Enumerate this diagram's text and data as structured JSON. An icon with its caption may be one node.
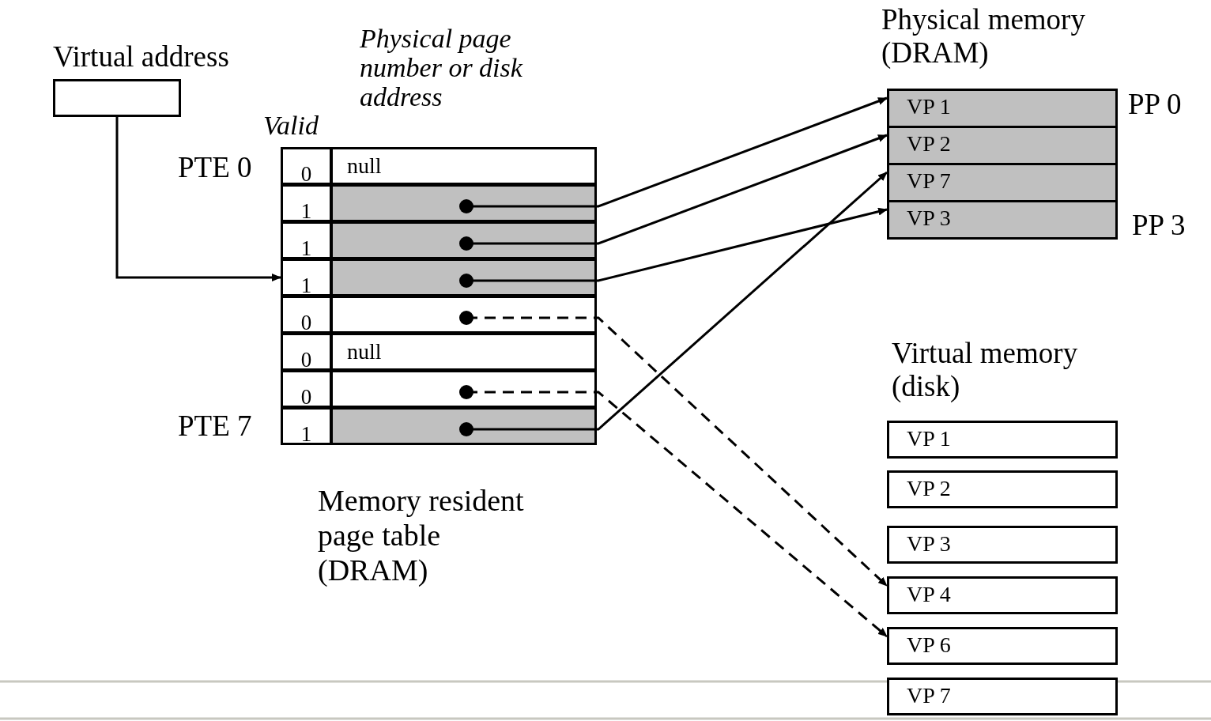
{
  "diagram": {
    "nodes": [
      {
        "text": [
          "Virtual address"
        ]
      },
      {
        "text": [
          "Memory resident page table (DRAM)"
        ]
      },
      {
        "text": [
          "0",
          "null"
        ],
        "in": 1,
        "beside": [
          "PTE 0"
        ]
      },
      {
        "text": [
          "1"
        ],
        "in": 1
      },
      {
        "text": [
          "1"
        ],
        "in": 1
      },
      {
        "text": [
          "1"
        ],
        "in": 1
      },
      {
        "text": [
          "0"
        ],
        "in": 1
      },
      {
        "text": [
          "0",
          "null"
        ],
        "in": 1
      },
      {
        "text": [
          "0"
        ],
        "in": 1
      },
      {
        "text": [
          "1"
        ],
        "in": 1,
        "beside": [
          "PTE 7"
        ]
      },
      {
        "text": [
          "Physical memory (DRAM)"
        ]
      },
      {
        "text": [
          "VP 1"
        ],
        "in": 10,
        "beside": [
          "PP 0"
        ]
      },
      {
        "text": [
          "VP 2"
        ],
        "in": 10
      },
      {
        "text": [
          "VP 7"
        ],
        "in": 10
      },
      {
        "text": [
          "VP 3"
        ],
        "in": 10,
        "beside": [
          "PP 3"
        ]
      },
      {
        "text": [
          "Virtual memory (disk)"
        ]
      },
      {
        "text": [
          "VP 1"
        ],
        "in": 15
      },
      {
        "text": [
          "VP 2"
        ],
        "in": 15
      },
      {
        "text": [
          "VP 3"
        ],
        "in": 15
      },
      {
        "text": [
          "VP 4"
        ],
        "in": 15
      },
      {
        "text": [
          "VP 6"
        ],
        "in": 15
      },
      {
        "text": [
          "VP 7"
        ],
        "in": 15
      }
    ],
    "edges": [
      {
        "from": 0,
        "to": 5,
        "arrow": "to"
      },
      {
        "from": 3,
        "to": 11,
        "arrow": "to"
      },
      {
        "from": 4,
        "to": 12,
        "arrow": "to"
      },
      {
        "from": 5,
        "to": 14,
        "arrow": "to"
      },
      {
        "from": 9,
        "to": 13,
        "arrow": "to"
      },
      {
        "from": 6,
        "to": 19,
        "arrow": "to",
        "style": "dashed"
      },
      {
        "from": 8,
        "to": 20,
        "arrow": "to",
        "style": "dashed"
      }
    ],
    "labels": [
      "Physical page number or disk address",
      "Valid"
    ]
  }
}
